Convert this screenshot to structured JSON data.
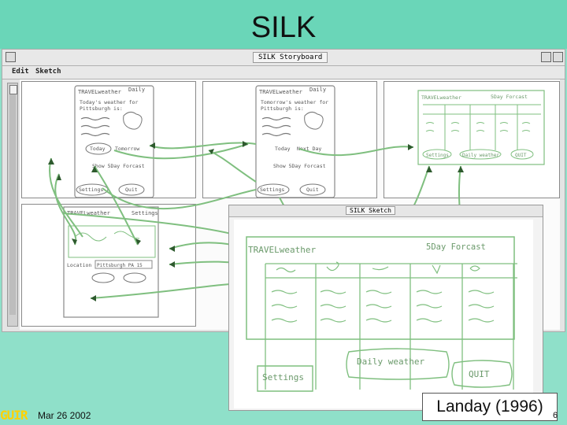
{
  "slide": {
    "title": "SILK",
    "date": "Mar 26 2002",
    "logo": "GUIR",
    "caption": "Landay (1996)",
    "page_number": "6"
  },
  "storyboard_window": {
    "title": "SILK Storyboard",
    "menu": [
      "Edit",
      "Sketch"
    ]
  },
  "sketch_window": {
    "title": "SILK Sketch"
  },
  "sketch": {
    "app_title": "TRAVELweather",
    "forecast_title": "5Day Forcast",
    "buttons": [
      "Settings",
      "Daily weather",
      "QUIT"
    ]
  },
  "storyboard_panels": {
    "panel1": {
      "title": "TRAVELweather",
      "tag": "Daily",
      "line1": "Today's weather for",
      "line2": "Pittsburgh is:",
      "btn_a": "Today",
      "btn_b": "Tomorrow",
      "btn_c": "Show 5Day Forcast",
      "btn_d": "Settings",
      "btn_e": "Quit"
    },
    "panel2": {
      "title": "TRAVELweather",
      "tag": "Daily",
      "line1": "Tomorrow's weather for",
      "line2": "Pittsburgh is:",
      "btn_a": "Today",
      "btn_b": "Next Day",
      "btn_c": "Show 5Day Forcast",
      "btn_d": "Settings",
      "btn_e": "Quit"
    },
    "panel3": {
      "title": "TRAVELweather",
      "tag": "5Day Forcast",
      "btn_a": "Settings",
      "btn_b": "Daily weather",
      "btn_c": "QUIT"
    },
    "panel4": {
      "title": "TRAVELweather",
      "tag": "Settings",
      "line1": "Location",
      "line2": "Pittsburgh PA 15"
    }
  }
}
